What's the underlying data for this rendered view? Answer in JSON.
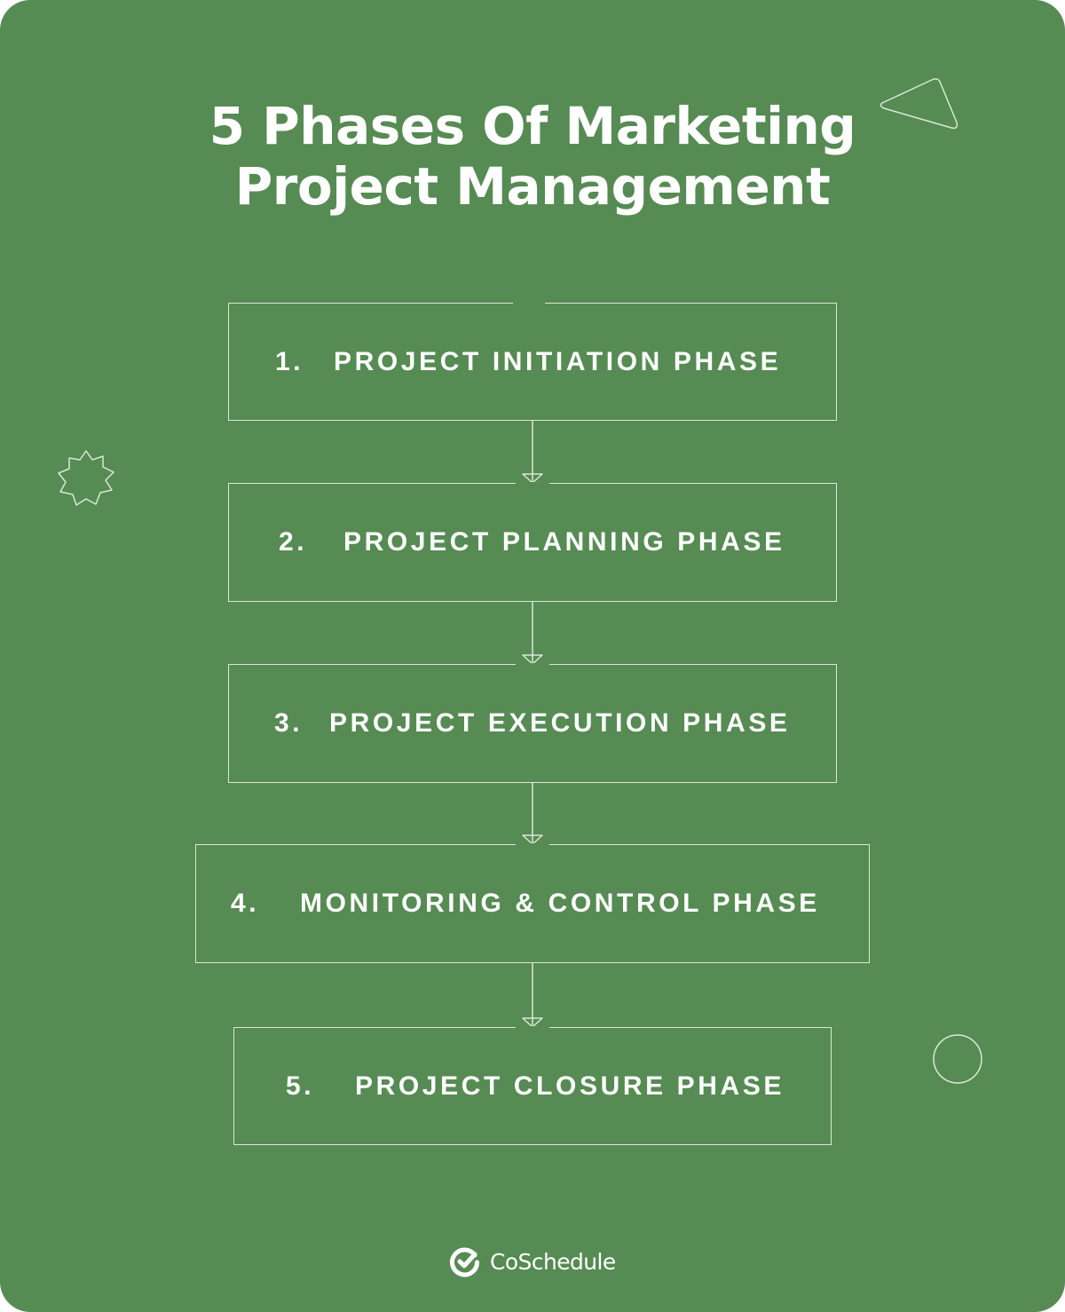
{
  "title": {
    "line1": "5 Phases Of Marketing",
    "line2": "Project Management"
  },
  "phases": [
    {
      "number": "1.",
      "label": "PROJECT INITIATION PHASE"
    },
    {
      "number": "2.",
      "label": "PROJECT PLANNING PHASE"
    },
    {
      "number": "3.",
      "label": "PROJECT EXECUTION PHASE"
    },
    {
      "number": "4.",
      "label": "MONITORING & CONTROL PHASE"
    },
    {
      "number": "5.",
      "label": "PROJECT CLOSURE PHASE"
    }
  ],
  "brand": {
    "name": "CoSchedule",
    "icon": "checkmark-circle-icon"
  },
  "colors": {
    "background": "#568b53",
    "text": "#ffffff",
    "outline": "#d9e8d6"
  }
}
